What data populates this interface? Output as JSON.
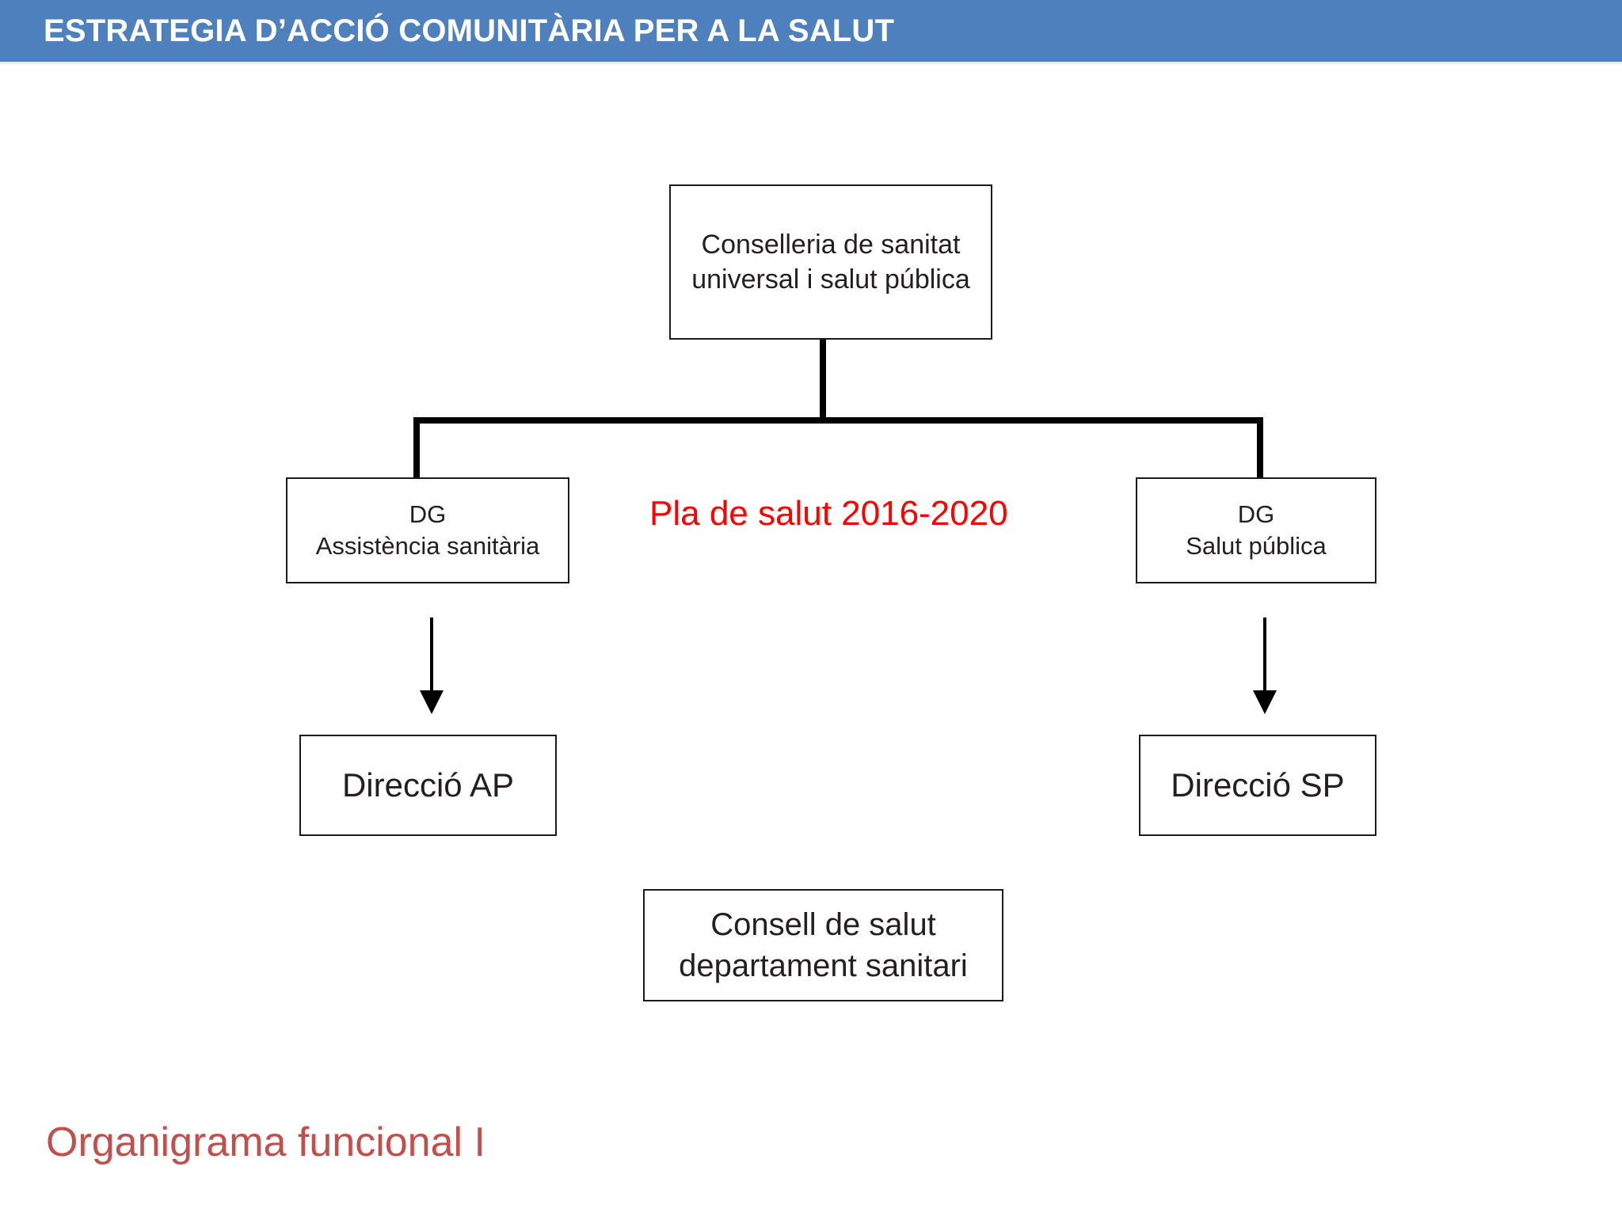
{
  "header": {
    "title": "ESTRATEGIA D’ACCIÓ COMUNITÀRIA PER A LA SALUT",
    "background_color": "#4F80BE",
    "text_color": "#FFFFFF"
  },
  "diagram": {
    "type": "organizational-chart",
    "nodes": {
      "conselleria": {
        "line1": "Conselleria de sanitat",
        "line2": "universal i salut pública"
      },
      "dg_assistencia": {
        "line1": "DG",
        "line2": "Assistència sanitària"
      },
      "dg_salut": {
        "line1": "DG",
        "line2": "Salut pública"
      },
      "direccio_ap": {
        "line1": "Direcció AP"
      },
      "direccio_sp": {
        "line1": "Direcció SP"
      },
      "consell": {
        "line1": "Consell de salut",
        "line2": "departament sanitari"
      }
    },
    "annotation": {
      "text": "Pla de salut 2016-2020",
      "color": "#FF0000"
    },
    "box_border_color": "#1A1A1A",
    "connector_color": "#000000"
  },
  "footer": {
    "caption": "Organigrama funcional I",
    "color": "#C0504D"
  }
}
